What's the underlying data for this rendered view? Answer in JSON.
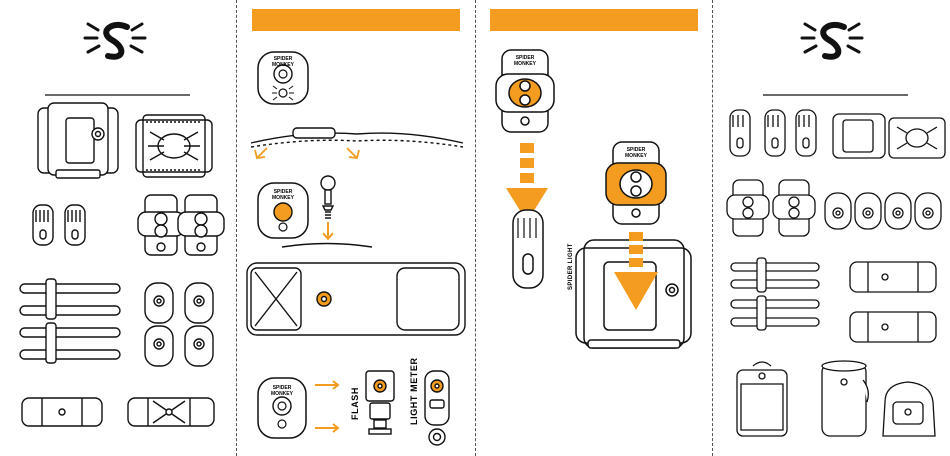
{
  "brand": {
    "logo_name": "spider-monkey-logo",
    "accent_color": "#f39c1f",
    "ink_color": "#111111"
  },
  "badge": {
    "line1": "SPIDER",
    "line2": "MONKEY"
  },
  "step2": {
    "flash_label": "FLASH",
    "light_meter_label": "LIGHT METER"
  },
  "clip": {
    "side_text": "SPIDER LIGHT"
  }
}
